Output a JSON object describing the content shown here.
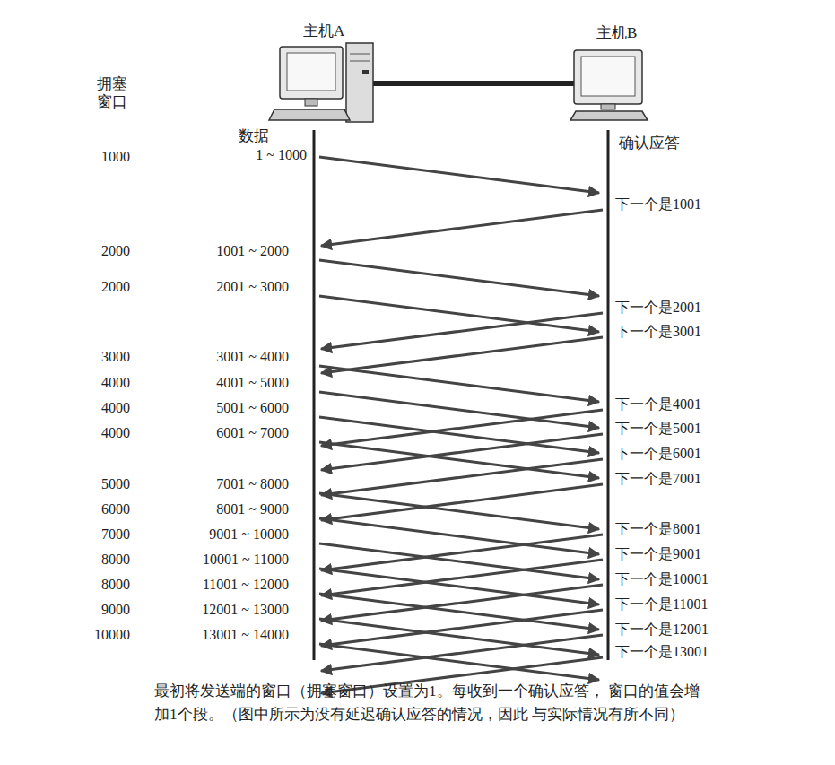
{
  "diagram": {
    "caption": "最初将发送端的窗口（拥塞窗口）设置为1。每收到一个确认应答， 窗口的值会增加1个段。（图中所示为没有延迟确认应答的情况，因此 与实际情况有所不同）",
    "labels": [
      "拥塞 窗口",
      "主机A",
      "主机B",
      "数据",
      "确认应答",
      "1000",
      "1 ~ 1000",
      "2000",
      "1001 ~ 2000",
      "2000",
      "2001 ~ 3000",
      "3000",
      "3001 ~ 4000",
      "4000",
      "4001 ~ 5000",
      "4000",
      "5001 ~ 6000",
      "4000",
      "6001 ~ 7000",
      "5000",
      "7001 ~ 8000",
      "6000",
      "8001 ~ 9000",
      "7000",
      "9001 ~ 10000",
      "8000",
      "10001 ~ 11000",
      "8000",
      "11001 ~ 12000",
      "9000",
      "12001 ~ 13000",
      "10000",
      "13001 ~ 14000",
      "下一个是1001",
      "下一个是2001",
      "下一个是3001",
      "下一个是4001",
      "下一个是5001",
      "下一个是6001",
      "下一个是7001",
      "下一个是8001",
      "下一个是9001",
      "下一个是10001",
      "下一个是11001",
      "下一个是12001",
      "下一个是13001"
    ]
  }
}
